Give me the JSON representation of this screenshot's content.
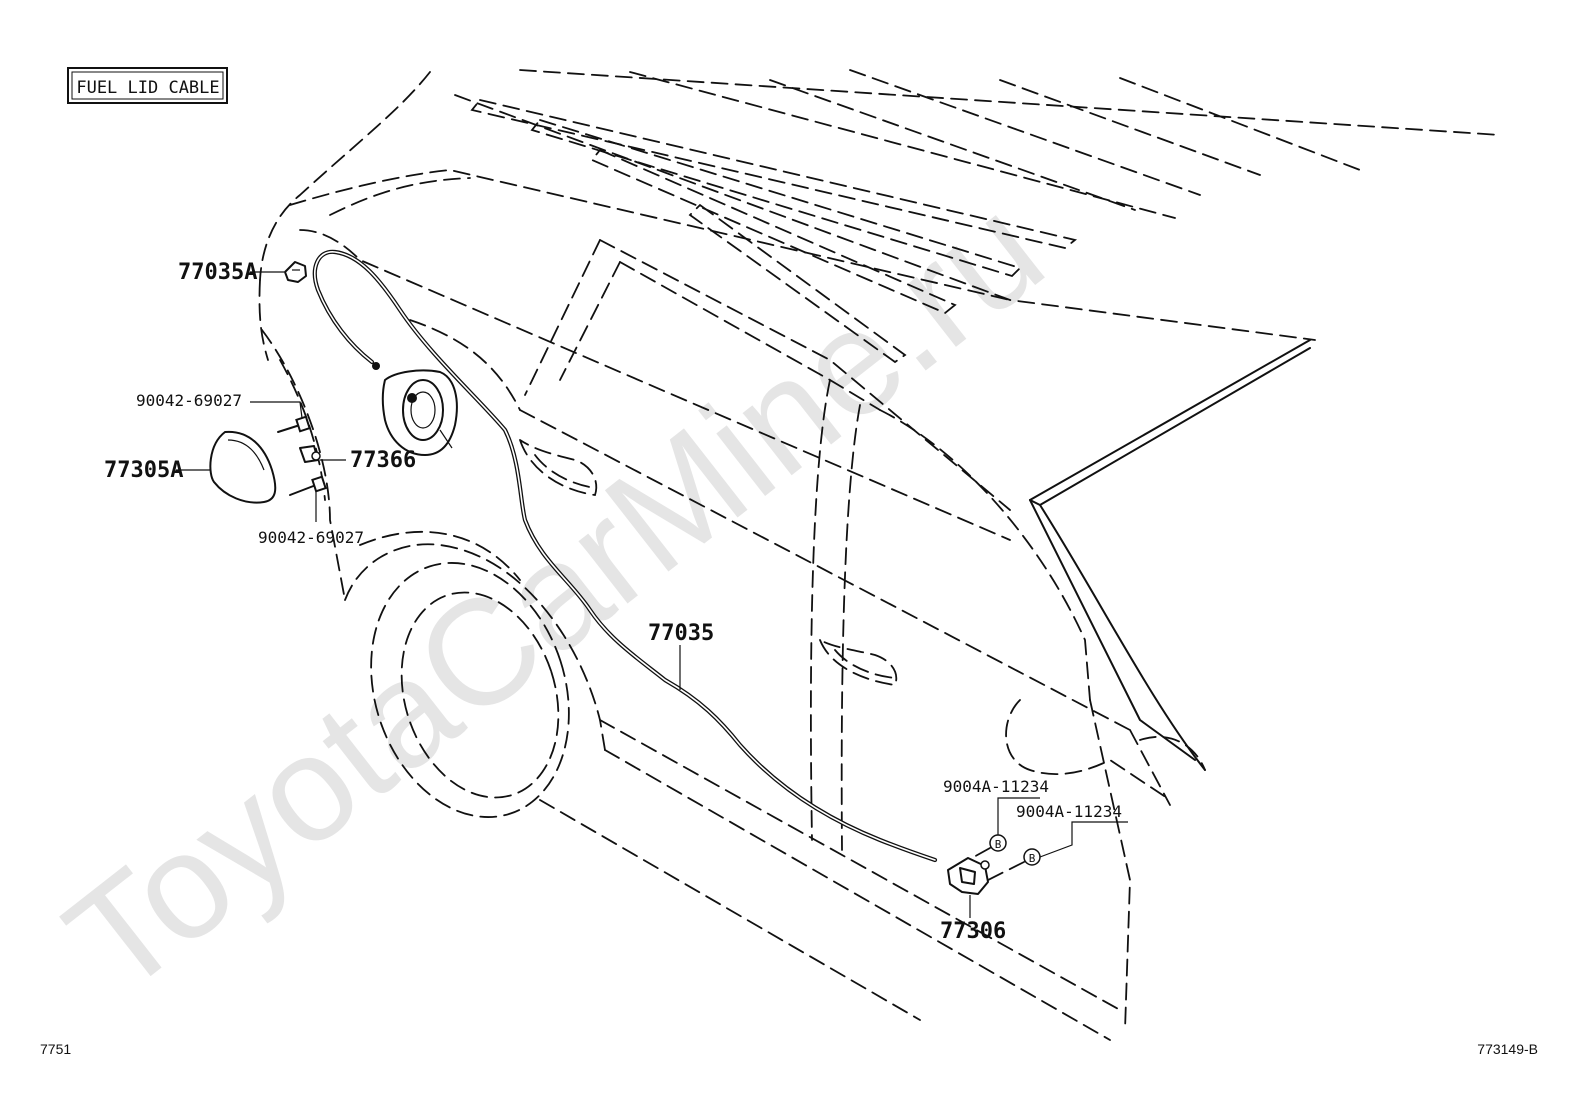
{
  "title_box": {
    "text": "FUEL LID CABLE"
  },
  "watermark": "ToyotaCarMine.ru",
  "corners": {
    "bottom_left": "7751",
    "bottom_right": "773149-B"
  },
  "callouts": {
    "p77035A": "77035A",
    "p90042_top": "90042-69027",
    "p77366": "77366",
    "p77305A": "77305A",
    "p90042_bottom": "90042-69027",
    "p77035": "77035",
    "p9004A_left": "9004A-11234",
    "p9004A_right": "9004A-11234",
    "p77306": "77306",
    "ref_b1": "B",
    "ref_b2": "B"
  }
}
